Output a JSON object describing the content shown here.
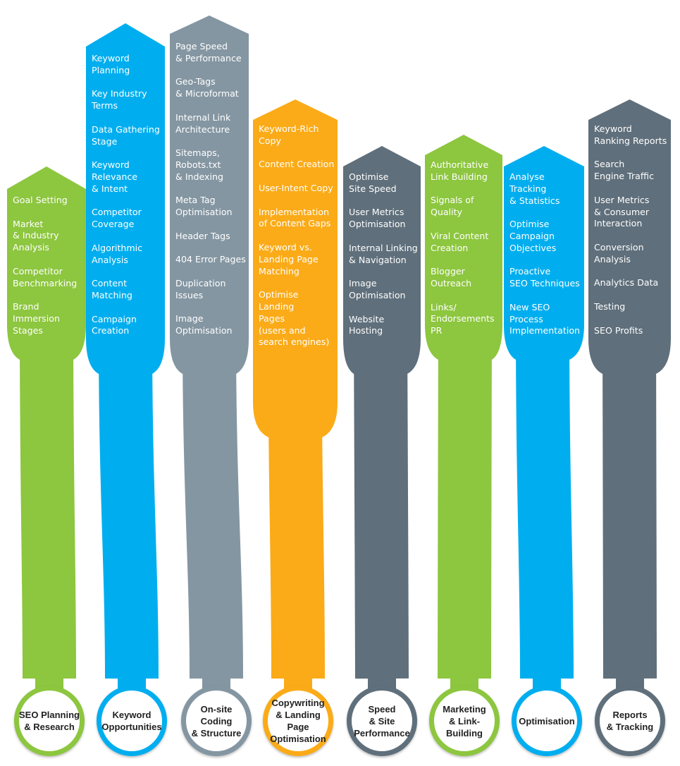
{
  "colors": {
    "green": "#8dc63f",
    "blue": "#00aeef",
    "light_gray": "#8496a2",
    "orange": "#fbab18",
    "dark_gray": "#5f6f7b"
  },
  "columns": [
    {
      "key": "seo-planning",
      "color": "green",
      "label": "SEO Planning\n& Research",
      "items": [
        "Goal Setting",
        "Market\n& Industry\nAnalysis",
        "Competitor\nBenchmarking",
        "Brand\nImmersion\nStages"
      ]
    },
    {
      "key": "keyword-opportunities",
      "color": "blue",
      "label": "Keyword\nOpportunities",
      "items": [
        "Keyword\nPlanning",
        "Key Industry\nTerms",
        "Data Gathering\nStage",
        "Keyword\nRelevance\n& Intent",
        "Competitor\nCoverage",
        "Algorithmic\nAnalysis",
        "Content\nMatching",
        "Campaign\nCreation"
      ]
    },
    {
      "key": "onsite-coding",
      "color": "light_gray",
      "label": "On-site Coding\n& Structure",
      "items": [
        "Page Speed\n& Performance",
        "Geo-Tags\n& Microformat",
        "Internal Link\nArchitecture",
        "Sitemaps,\nRobots.txt\n& Indexing",
        "Meta Tag\nOptimisation",
        "Header Tags",
        "404 Error Pages",
        "Duplication\nIssues",
        "Image\nOptimisation"
      ]
    },
    {
      "key": "copywriting",
      "color": "orange",
      "label": "Copywriting\n& Landing Page\nOptimisation",
      "items": [
        "Keyword-Rich\nCopy",
        "Content Creation",
        "User-Intent Copy",
        "Implementation\nof Content Gaps",
        "Keyword vs.\nLanding Page\nMatching",
        "Optimise Landing\nPages\n(users and\nsearch engines)"
      ]
    },
    {
      "key": "speed",
      "color": "dark_gray",
      "label": "Speed\n& Site\nPerformance",
      "items": [
        "Optimise\nSite Speed",
        "User Metrics\nOptimisation",
        "Internal Linking\n& Navigation",
        "Image\nOptimisation",
        "Website\nHosting"
      ]
    },
    {
      "key": "marketing",
      "color": "green",
      "label": "Marketing\n& Link-Building",
      "items": [
        "Authoritative\nLink Building",
        "Signals of\nQuality",
        "Viral Content\nCreation",
        "Blogger\nOutreach",
        "Links/\nEndorsements\nPR"
      ]
    },
    {
      "key": "optimisation",
      "color": "blue",
      "label": "Optimisation",
      "items": [
        "Analyse\nTracking\n& Statistics",
        "Optimise\nCampaign\nObjectives",
        "Proactive\nSEO Techniques",
        "New SEO\nProcess\nImplementation"
      ]
    },
    {
      "key": "reports",
      "color": "dark_gray",
      "label": "Reports\n& Tracking",
      "items": [
        "Keyword\nRanking Reports",
        "Search\nEngine Traffic",
        "User Metrics\n& Consumer\nInteraction",
        "Conversion\nAnalysis",
        "Analytics Data",
        "Testing",
        "SEO Profits"
      ]
    }
  ]
}
